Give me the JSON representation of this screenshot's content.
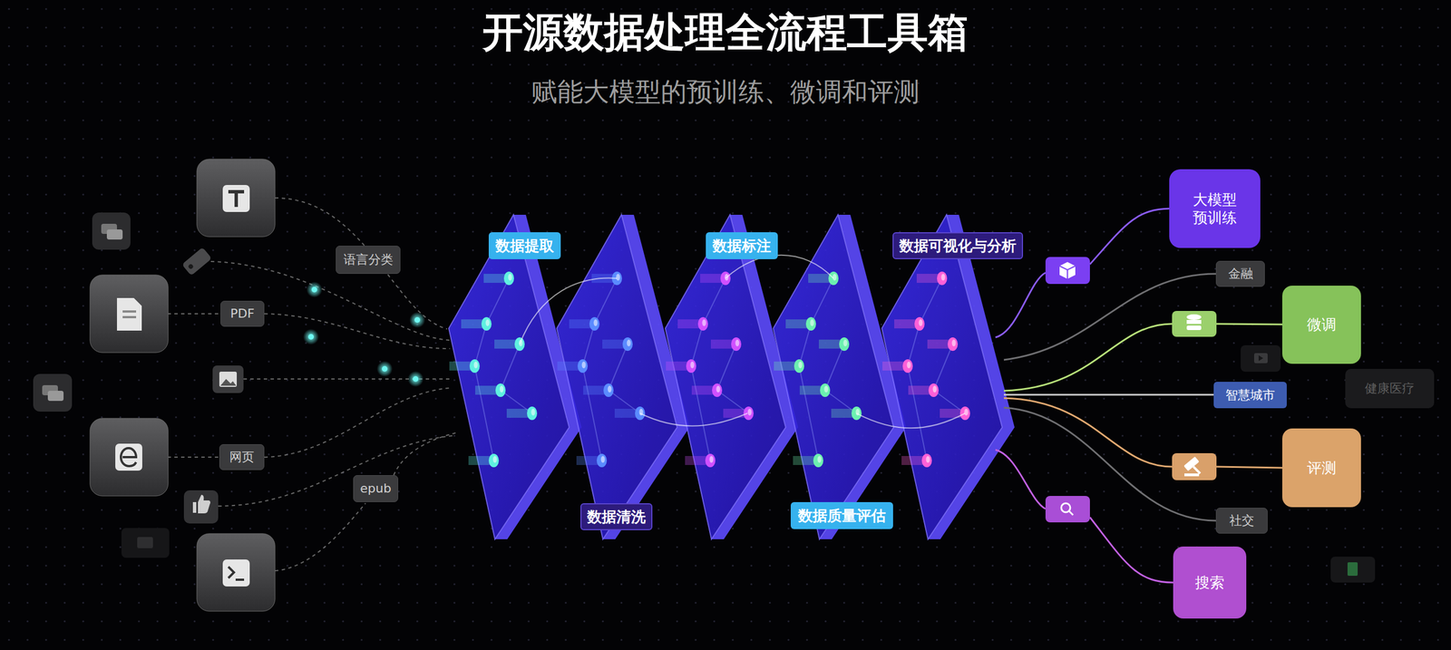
{
  "diagram": {
    "title": "开源数据处理全流程工具箱",
    "nodes": [
      {
        "text": [
          "语言分类"
        ]
      },
      {
        "text": [
          "PDF"
        ]
      },
      {
        "text": [
          "网页"
        ]
      },
      {
        "text": [
          "epub"
        ]
      },
      {
        "text": [
          "数据提取"
        ]
      },
      {
        "text": [
          "数据清洗"
        ]
      },
      {
        "text": [
          "数据标注"
        ]
      },
      {
        "text": [
          "数据质量评估"
        ]
      },
      {
        "text": [
          "数据可视化与分析"
        ]
      },
      {
        "text": [
          "大模型 预训练"
        ]
      },
      {
        "text": [
          "金融"
        ]
      },
      {
        "text": [
          "微调"
        ]
      },
      {
        "text": [
          "智慧城市"
        ]
      },
      {
        "text": [
          "健康医疗"
        ]
      },
      {
        "text": [
          "评测"
        ]
      },
      {
        "text": [
          "社交"
        ]
      },
      {
        "text": [
          "搜索"
        ]
      }
    ],
    "labels": [
      "赋能大模型的预训练、微调和评测"
    ]
  }
}
